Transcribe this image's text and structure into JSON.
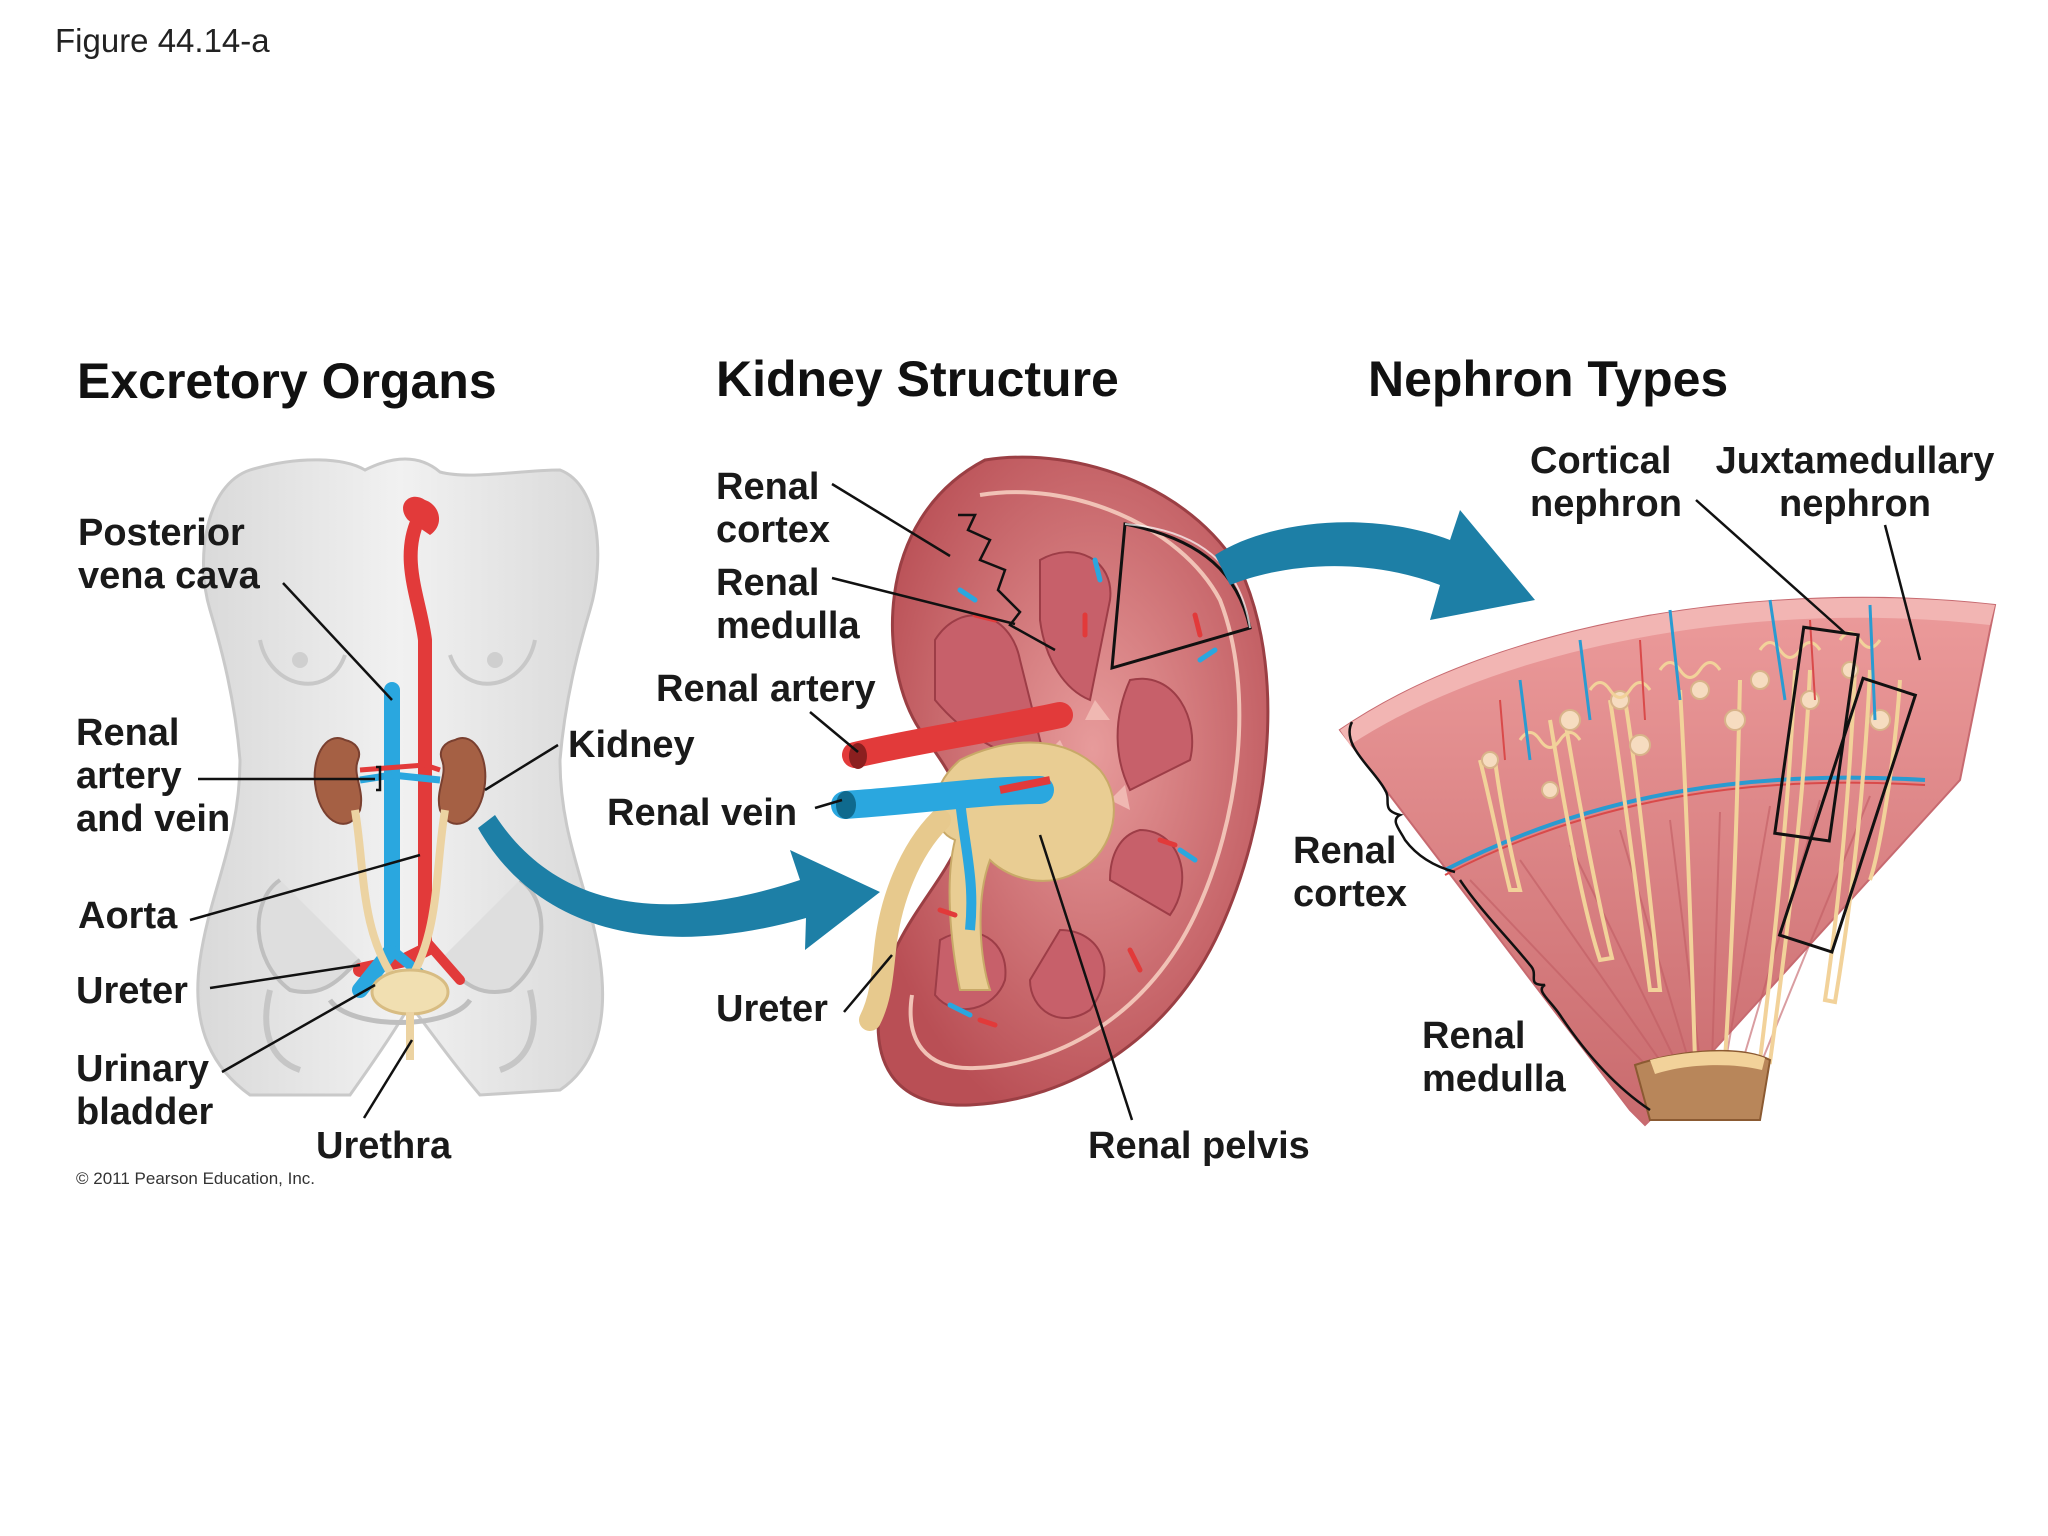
{
  "figure_id": "Figure 44.14-a",
  "copyright": "© 2011 Pearson Education, Inc.",
  "panels": {
    "excretory_organs": {
      "title": "Excretory Organs",
      "labels": {
        "posterior_vena_cava": "Posterior\nvena cava",
        "renal_artery_and_vein": "Renal\nartery\nand vein",
        "aorta": "Aorta",
        "ureter": "Ureter",
        "urinary_bladder": "Urinary\nbladder",
        "urethra": "Urethra",
        "kidney": "Kidney"
      }
    },
    "kidney_structure": {
      "title": "Kidney Structure",
      "labels": {
        "renal_cortex": "Renal\ncortex",
        "renal_medulla": "Renal\nmedulla",
        "renal_artery": "Renal artery",
        "renal_vein": "Renal vein",
        "ureter": "Ureter",
        "renal_pelvis": "Renal pelvis"
      }
    },
    "nephron_types": {
      "title": "Nephron Types",
      "labels": {
        "cortical_nephron": "Cortical\nnephron",
        "juxtamedullary_nephron": "Juxtamedullary\nnephron",
        "renal_cortex": "Renal\ncortex",
        "renal_medulla": "Renal\nmedulla"
      }
    }
  },
  "colors": {
    "artery_red": "#e23a3a",
    "vein_blue": "#2aa7df",
    "arrow_teal": "#1d7fa6",
    "kidney_flesh": "#d9787a",
    "kidney_dark": "#b14a4f",
    "pelvis_tan": "#e7c98d",
    "body_gray": "#e6e6e6"
  }
}
